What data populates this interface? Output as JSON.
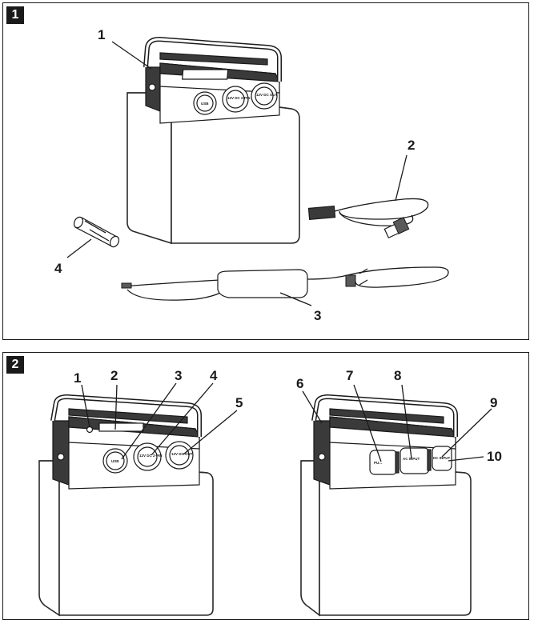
{
  "figure1": {
    "badge": "1",
    "callouts": [
      "1",
      "2",
      "3",
      "4"
    ],
    "socket_labels": [
      "USB",
      "12V DC 2-PIN",
      "12V DC OUT"
    ]
  },
  "figure2": {
    "badge": "2",
    "callouts": [
      "1",
      "2",
      "3",
      "4",
      "5",
      "6",
      "7",
      "8",
      "9",
      "10"
    ],
    "socket_labels": [
      "USB",
      "12V DC 2-PIN",
      "12V DC OUT"
    ],
    "input_labels": [
      "PU...",
      "AC INPUT",
      "DC INPUT"
    ]
  }
}
